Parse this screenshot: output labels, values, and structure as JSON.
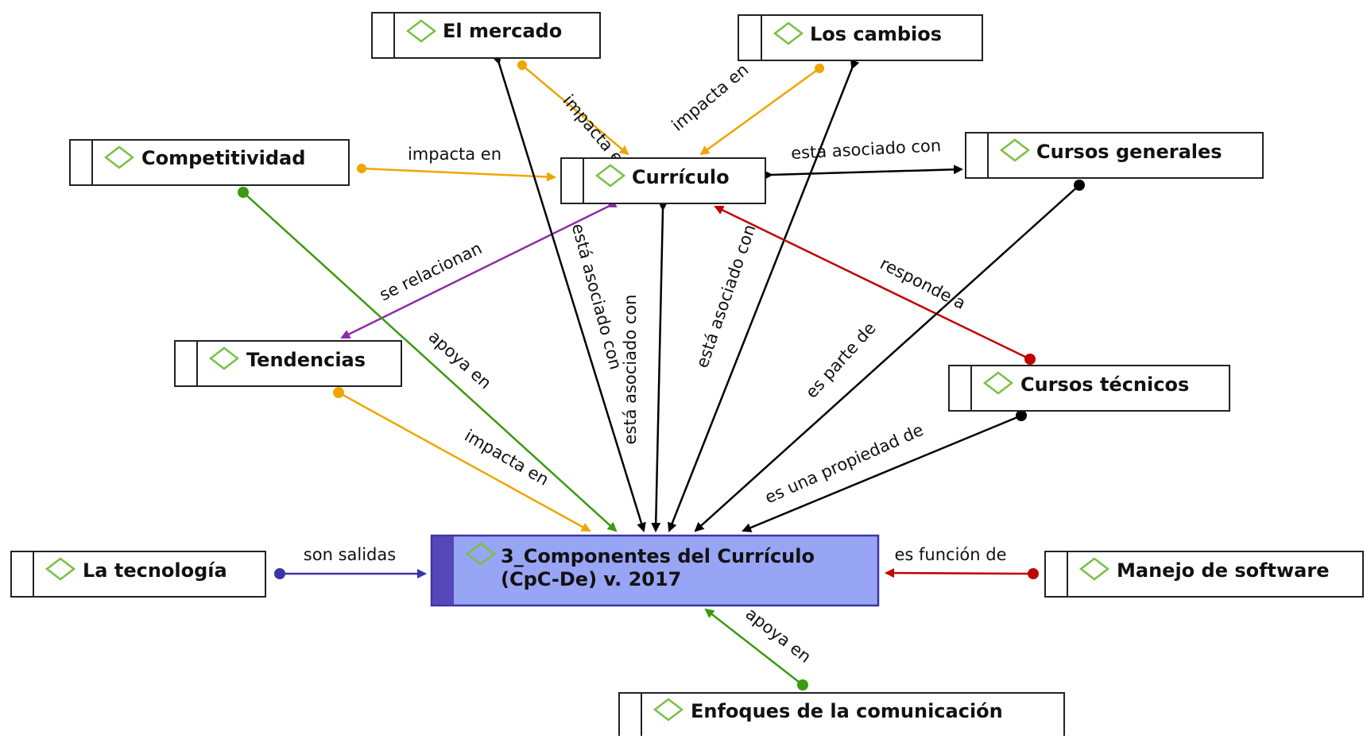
{
  "nodes": {
    "mercado": "El mercado",
    "cambios": "Los cambios",
    "competitividad": "Competitividad",
    "curriculo": "Currículo",
    "cursos_generales": "Cursos generales",
    "tendencias": "Tendencias",
    "cursos_tecnicos": "Cursos técnicos",
    "central_line1": "3_Componentes del Currículo",
    "central_line2": "(CpC-De) v. 2017",
    "tecnologia": "La tecnología",
    "manejo": "Manejo de software",
    "enfoques": "Enfoques de la comunicación"
  },
  "edges": {
    "mercado_curriculo": "impacta en",
    "cambios_curriculo": "impacta en",
    "competitividad_curriculo": "impacta en",
    "curriculo_cursos_generales": "está asociado con",
    "curriculo_tendencias": "se relacionan",
    "competitividad_central": "apoya en",
    "mercado_central": "está asociado con",
    "cambios_central": "está asociado con",
    "cursos_tecnicos_curriculo": "responde a",
    "cursos_generales_central": "es parte de",
    "tendencias_central": "impacta en",
    "cursos_tecnicos_central": "es una propiedad de",
    "tecnologia_central": "son salidas",
    "manejo_central": "es función de",
    "enfoques_central": "apoya en"
  },
  "colors": {
    "impacta": "#f0a500",
    "apoya": "#3a9a10",
    "asociado": "#000000",
    "relacionan": "#8a2ca6",
    "responde": "#c00000",
    "salidas": "#3a35a8",
    "central_fill": "#98a4f4",
    "central_stripe": "#5547b8",
    "diamond": "#7ac143"
  },
  "icons": {
    "node_icon": "green-diamond-icon"
  }
}
